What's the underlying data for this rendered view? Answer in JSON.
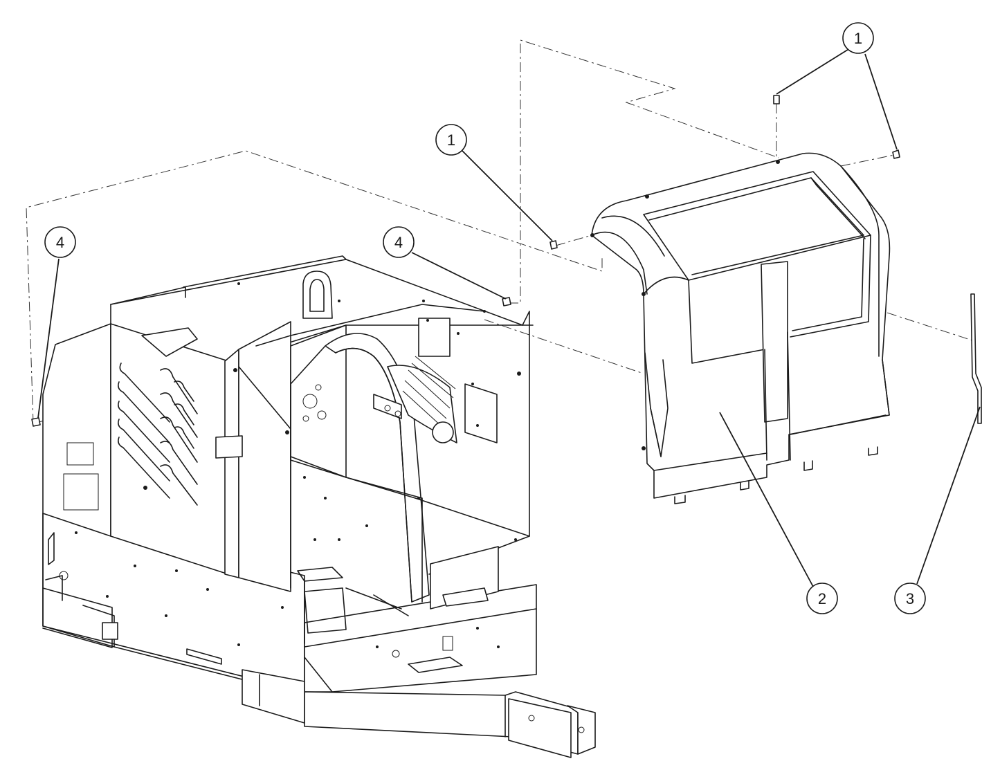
{
  "callouts": [
    {
      "id": "callout-1-top-right",
      "label": "1"
    },
    {
      "id": "callout-1-center",
      "label": "1"
    },
    {
      "id": "callout-4-left",
      "label": "4"
    },
    {
      "id": "callout-4-center",
      "label": "4"
    },
    {
      "id": "callout-2",
      "label": "2"
    },
    {
      "id": "callout-3",
      "label": "3"
    }
  ],
  "colors": {
    "line": "#1a1a1a",
    "background": "#ffffff"
  }
}
